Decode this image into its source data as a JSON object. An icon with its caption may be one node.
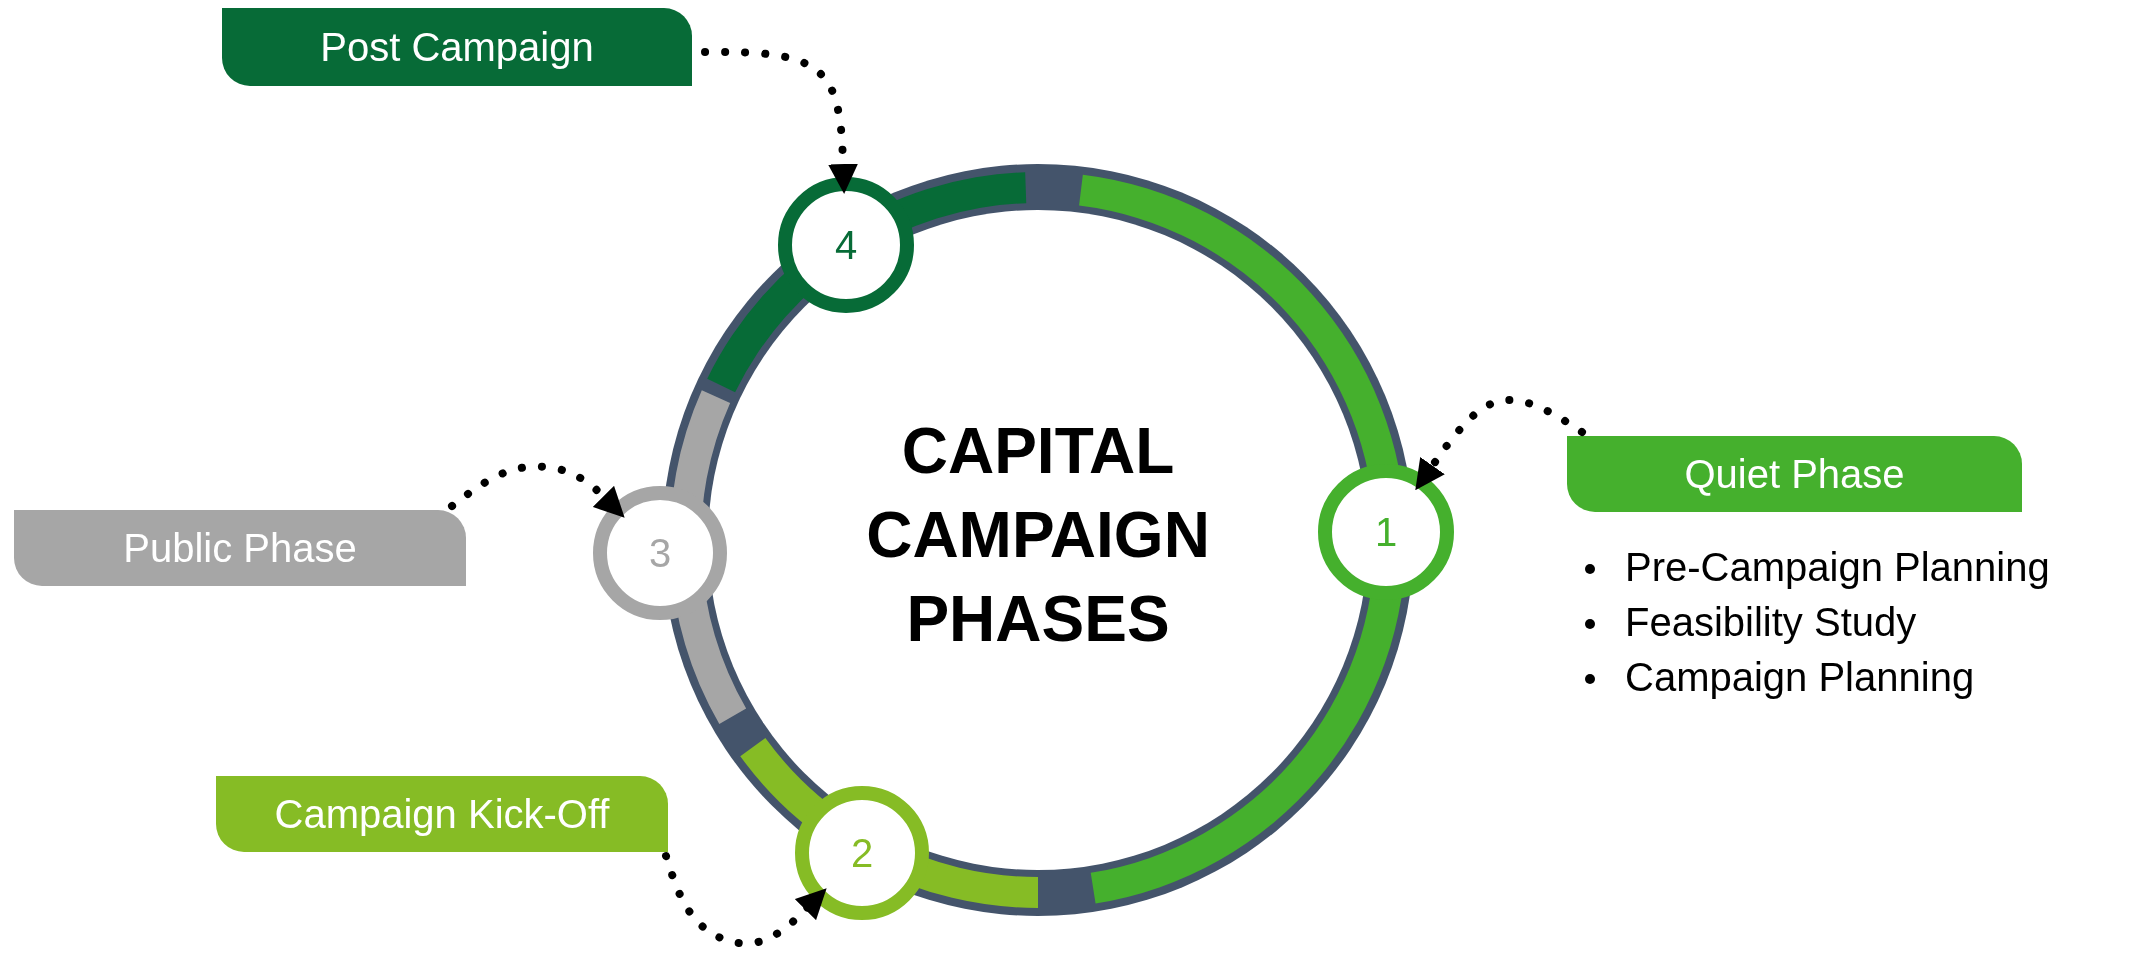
{
  "diagram": {
    "nodes": [
      {
        "text": [
          "Post Campaign"
        ]
      },
      {
        "text": [
          "4"
        ]
      },
      {
        "text": [
          "CAPITAL CAMPAIGN PHASES"
        ]
      },
      {
        "text": [
          "Quiet Phase"
        ],
        "beside": [
          "Pre-Campaign Planning",
          "Feasibility Study",
          "Campaign Planning"
        ]
      },
      {
        "text": [
          "1"
        ]
      },
      {
        "text": [
          "Public Phase"
        ]
      },
      {
        "text": [
          "3"
        ]
      },
      {
        "text": [
          "Campaign Kick-Off"
        ]
      },
      {
        "text": [
          "2"
        ]
      }
    ],
    "edges": [
      {
        "from": 0,
        "to": 1,
        "arrow": "to"
      },
      {
        "from": 3,
        "to": 4,
        "arrow": "to"
      },
      {
        "from": 5,
        "to": 6,
        "arrow": "to"
      },
      {
        "from": 7,
        "to": 8,
        "arrow": "to"
      }
    ]
  }
}
